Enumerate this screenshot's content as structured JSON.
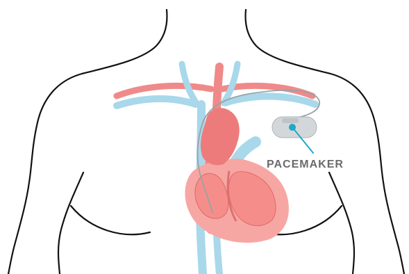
{
  "labels": {
    "pacemaker": "PACEMAKER"
  },
  "colors": {
    "outline": "#111111",
    "vein": "#a8d8ea",
    "artery": "#f08a8a",
    "heart_outer": "#f7a7a3",
    "heart_inner": "#ee7b7b",
    "heart_chamber": "#f58e8a",
    "lead": "#9aa1a6",
    "device_body": "#d4d7da",
    "device_top": "#bfc4c8",
    "callout": "#1ea9c9",
    "label": "#6b6b6b"
  },
  "icons": {
    "body": "torso-outline",
    "heart": "heart-cross-section",
    "device": "pacemaker-device"
  }
}
